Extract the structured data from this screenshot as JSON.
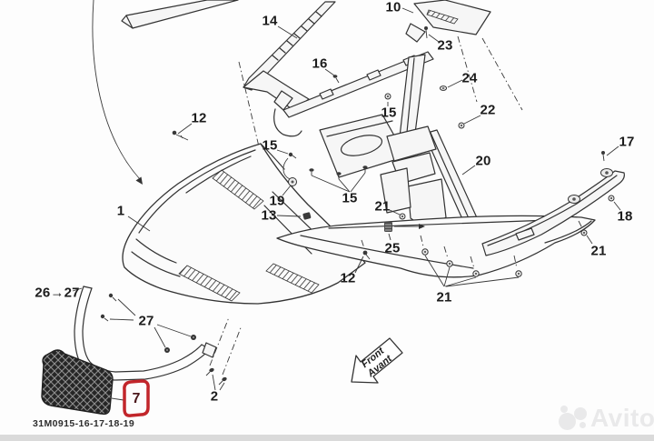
{
  "diagram": {
    "part_code": "31M0915-16-17-18-19",
    "front_arrow": {
      "line1": "Front",
      "line2": "Avant"
    },
    "highlighted_part": {
      "label": "7",
      "highlight_color": "#c2262b"
    },
    "callouts": [
      {
        "label": "10"
      },
      {
        "label": "14"
      },
      {
        "label": "16"
      },
      {
        "label": "23"
      },
      {
        "label": "24"
      },
      {
        "label": "22"
      },
      {
        "label": "12"
      },
      {
        "label": "15"
      },
      {
        "label": "15"
      },
      {
        "label": "15"
      },
      {
        "label": "19"
      },
      {
        "label": "13"
      },
      {
        "label": "21"
      },
      {
        "label": "25"
      },
      {
        "label": "12"
      },
      {
        "label": "20"
      },
      {
        "label": "17"
      },
      {
        "label": "18"
      },
      {
        "label": "21"
      },
      {
        "label": "21"
      },
      {
        "label": "1"
      },
      {
        "label": "26→27"
      },
      {
        "label": "27"
      },
      {
        "label": "2"
      }
    ]
  },
  "watermark": {
    "brand": "Avito"
  },
  "colors": {
    "highlight_red": "#c2262b",
    "line": "#333333",
    "watermark_gray": "#e9e9ea"
  }
}
